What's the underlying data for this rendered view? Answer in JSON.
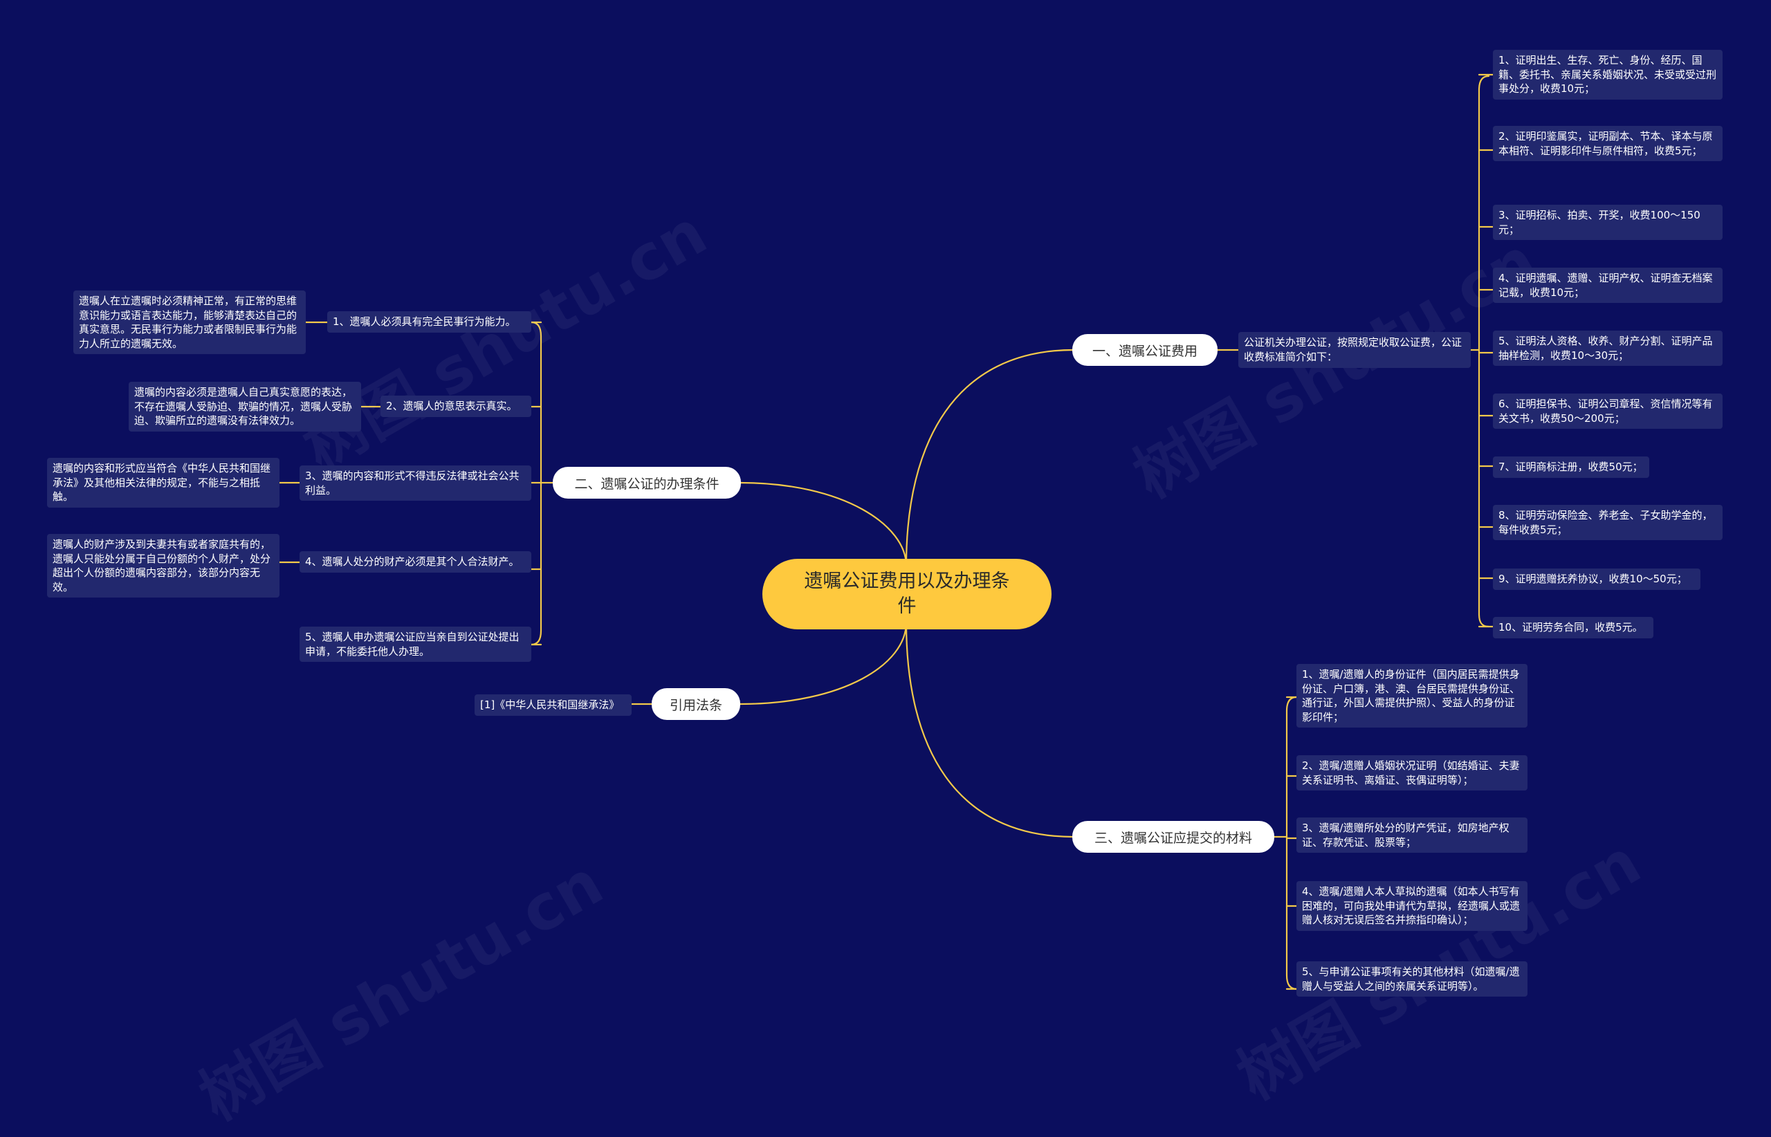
{
  "root": "遗嘱公证费用以及办理条件",
  "branches": {
    "fees": "一、遗嘱公证费用",
    "conditions": "二、遗嘱公证的办理条件",
    "materials": "三、遗嘱公证应提交的材料",
    "law": "引用法条"
  },
  "fees_intro": "公证机关办理公证，按照规定收取公证费，公证收费标准简介如下：",
  "fees_items": [
    "1、证明出生、生存、死亡、身份、经历、国籍、委托书、亲属关系婚姻状况、未受或受过刑事处分，收费10元；",
    "2、证明印鉴属实，证明副本、节本、译本与原本相符、证明影印件与原件相符，收费5元；",
    "3、证明招标、拍卖、开奖，收费100～150元；",
    "4、证明遗嘱、遗赠、证明产权、证明查无档案记载，收费10元；",
    "5、证明法人资格、收养、财产分割、证明产品抽样检测，收费10～30元；",
    "6、证明担保书、证明公司章程、资信情况等有关文书，收费50～200元；",
    "7、证明商标注册，收费50元；",
    "8、证明劳动保险金、养老金、子女助学金的，每件收费5元；",
    "9、证明遗赠抚养协议，收费10～50元；",
    "10、证明劳务合同，收费5元。"
  ],
  "conditions_items": [
    "1、遗嘱人必须具有完全民事行为能力。",
    "2、遗嘱人的意思表示真实。",
    "3、遗嘱的内容和形式不得违反法律或社会公共利益。",
    "4、遗嘱人处分的财产必须是其个人合法财产。",
    "5、遗嘱人申办遗嘱公证应当亲自到公证处提出申请，不能委托他人办理。"
  ],
  "conditions_details": [
    "遗嘱人在立遗嘱时必须精神正常，有正常的思维意识能力或语言表达能力，能够清楚表达自己的真实意思。无民事行为能力或者限制民事行为能力人所立的遗嘱无效。",
    "遗嘱的内容必须是遗嘱人自己真实意愿的表达，不存在遗嘱人受胁迫、欺骗的情况，遗嘱人受胁迫、欺骗所立的遗嘱没有法律效力。",
    "遗嘱的内容和形式应当符合《中华人民共和国继承法》及其他相关法律的规定，不能与之相抵触。",
    "遗嘱人的财产涉及到夫妻共有或者家庭共有的，遗嘱人只能处分属于自己份额的个人财产，处分超出个人份额的遗嘱内容部分，该部分内容无效。"
  ],
  "materials_items": [
    "1、遗嘱/遗赠人的身份证件（国内居民需提供身份证、户口簿，港、澳、台居民需提供身份证、通行证，外国人需提供护照）、受益人的身份证影印件；",
    "2、遗嘱/遗赠人婚姻状况证明（如结婚证、夫妻关系证明书、离婚证、丧偶证明等）；",
    "3、遗嘱/遗赠所处分的财产凭证，如房地产权证、存款凭证、股票等；",
    "4、遗嘱/遗赠人本人草拟的遗嘱（如本人书写有困难的，可向我处申请代为草拟，经遗嘱人或遗赠人核对无误后签名并捺指印确认）；",
    "5、与申请公证事项有关的其他材料（如遗嘱/遗赠人与受益人之间的亲属关系证明等）。"
  ],
  "law_items": [
    "[1]《中华人民共和国继承法》"
  ],
  "watermarks": [
    "树图 shutu.cn",
    "树图 shutu.cn",
    "树图 shutu.cn",
    "树图 shutu.cn"
  ],
  "colors": {
    "background": "#0b0e5e",
    "root": "#fec93e",
    "link": "#f3c94a",
    "leaf": "#22286e"
  }
}
